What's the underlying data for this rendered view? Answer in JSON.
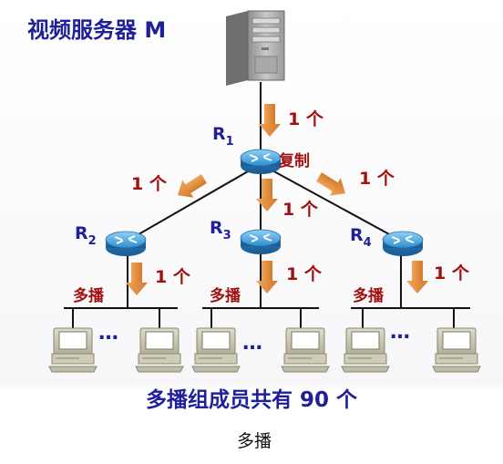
{
  "title": "视频服务器 M",
  "routers": {
    "r1": {
      "letter": "R",
      "sub": "1"
    },
    "r2": {
      "letter": "R",
      "sub": "2"
    },
    "r3": {
      "letter": "R",
      "sub": "3"
    },
    "r4": {
      "letter": "R",
      "sub": "4"
    }
  },
  "copy_label": "复制",
  "count_label": "1 个",
  "multicast_label": "多播",
  "ellipsis": "…",
  "summary": "多播组成员共有 90 个",
  "caption": "多播",
  "colors": {
    "title": "#1f1f99",
    "count": "#a01010",
    "arrow": "#e38a3a",
    "router": "#3fa0d8",
    "computer": "#c9c7b8"
  }
}
